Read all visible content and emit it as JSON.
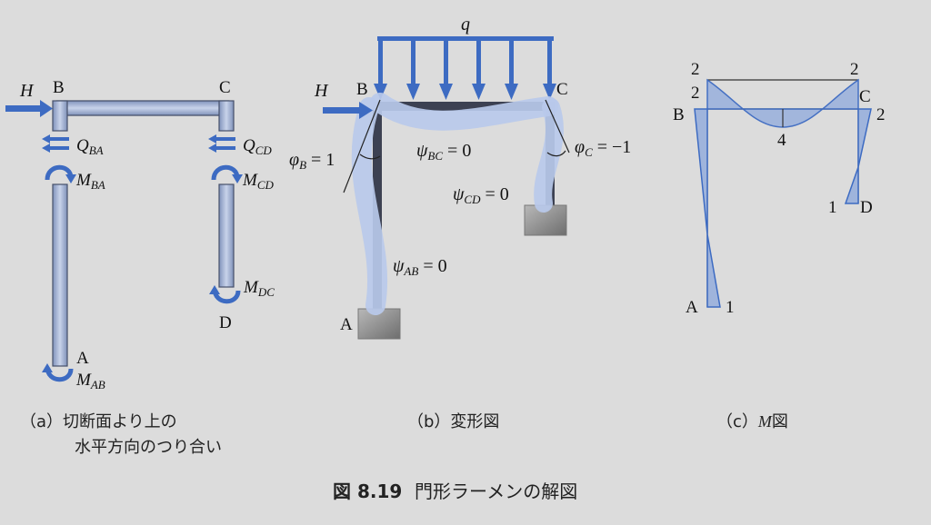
{
  "colors": {
    "member_fill": "#a7b6d6",
    "member_stroke": "#46506a",
    "arrow": "#3d6bc2",
    "moment_fill": "#9fb4dc",
    "background": "#dcdcdc"
  },
  "panel_a": {
    "load_H": "H",
    "node_B": "B",
    "node_C": "C",
    "node_A": "A",
    "node_D": "D",
    "Q_BA": "Q",
    "Q_BA_sub": "BA",
    "Q_CD": "Q",
    "Q_CD_sub": "CD",
    "M_BA": "M",
    "M_BA_sub": "BA",
    "M_CD": "M",
    "M_CD_sub": "CD",
    "M_DC": "M",
    "M_DC_sub": "DC",
    "M_AB": "M",
    "M_AB_sub": "AB",
    "caption_line1": "（a）切断面より上の",
    "caption_line2": "水平方向のつり合い"
  },
  "panel_b": {
    "load_q": "q",
    "load_H": "H",
    "node_B": "B",
    "node_C": "C",
    "node_A": "A",
    "phi_B": "φ",
    "phi_B_sub": "B",
    "phi_B_val": " = 1",
    "phi_C": "φ",
    "phi_C_sub": "C",
    "phi_C_val": " = −1",
    "psi_BC": "ψ",
    "psi_BC_sub": "BC",
    "psi_BC_val": " = 0",
    "psi_CD": "ψ",
    "psi_CD_sub": "CD",
    "psi_CD_val": " = 0",
    "psi_AB": "ψ",
    "psi_AB_sub": "AB",
    "psi_AB_val": " = 0",
    "caption": "（b）変形図"
  },
  "panel_c": {
    "val_top_left": "2",
    "val_top_right": "2",
    "val_B_inner": "2",
    "node_B": "B",
    "node_C": "C",
    "val_C_right": "2",
    "val_mid": "4",
    "val_D": "1",
    "node_D": "D",
    "node_A": "A",
    "val_A": "1",
    "caption_prefix": "（c）",
    "caption_M": "M",
    "caption_suffix": "図"
  },
  "figure_title": {
    "number": "図 8.19",
    "text": "門形ラーメンの解図"
  }
}
